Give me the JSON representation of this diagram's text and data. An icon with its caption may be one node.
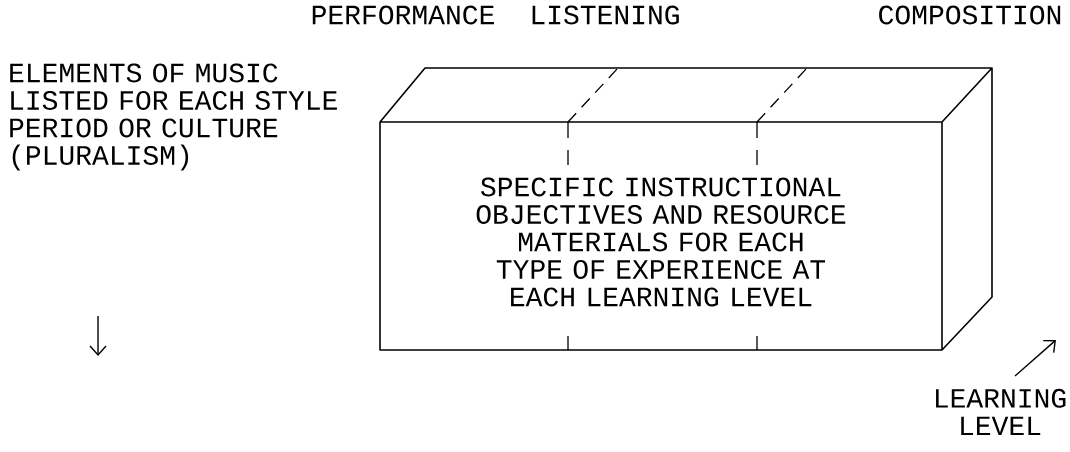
{
  "diagram": {
    "nodes": [
      {
        "text": [
          "SPECIFIC INSTRUCTIONAL OBJECTIVES AND RESOURCE MATERIALS FOR EACH TYPE OF EXPERIENCE AT EACH LEARNING LEVEL"
        ]
      }
    ],
    "labels": [
      "PERFORMANCE",
      "LISTENING",
      "COMPOSITION",
      "ELEMENTS OF MUSIC LISTED FOR EACH STYLE PERIOD OR CULTURE (PLURALISM)",
      "LEARNING LEVEL"
    ]
  }
}
